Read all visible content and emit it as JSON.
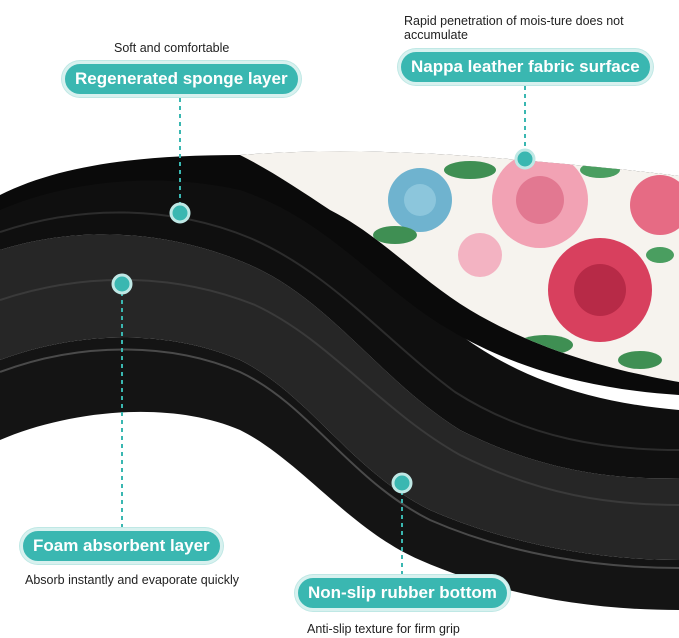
{
  "callouts": {
    "sponge": {
      "caption": "Soft and comfortable",
      "label": "Regenerated sponge layer"
    },
    "nappa": {
      "caption": "Rapid penetration of mois-ture does not accumulate",
      "label": "Nappa leather fabric surface"
    },
    "foam": {
      "label": "Foam absorbent layer",
      "caption": "Absorb instantly and evaporate quickly"
    },
    "rubber": {
      "label": "Non-slip rubber bottom",
      "caption": "Anti-slip texture for firm grip"
    }
  },
  "colors": {
    "accent": "#3ab7b1",
    "layer_black": "#161616",
    "rose": "#e0566f",
    "leaf": "#3f8f53",
    "blue_rose": "#6fb3cf"
  }
}
